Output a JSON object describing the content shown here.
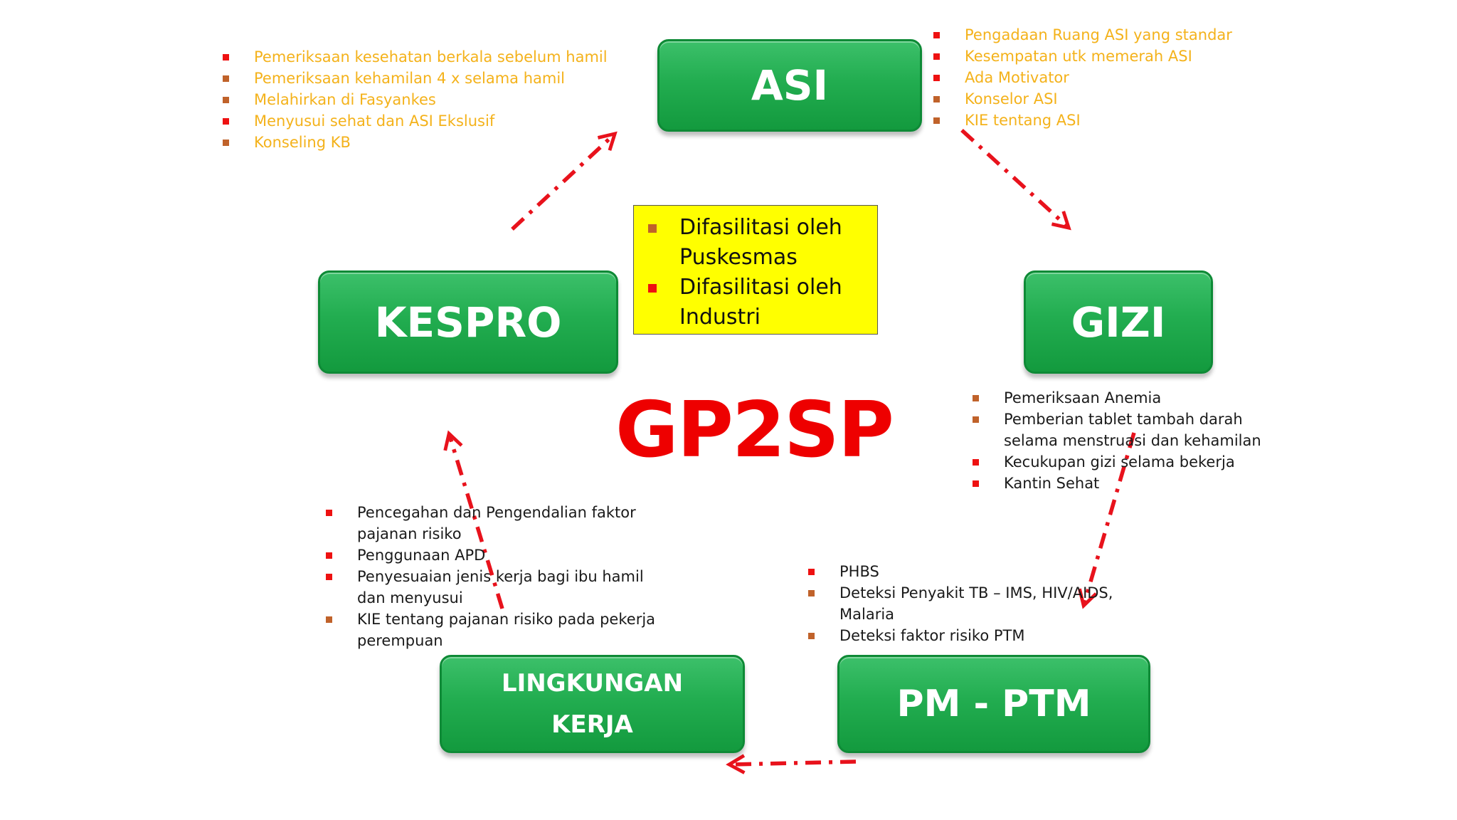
{
  "title": "GP2SP",
  "colors": {
    "box_green": "#22ad50",
    "title_red": "#ee0000",
    "arrow_red": "#e8121c",
    "bullet_red": "#ee1111",
    "bullet_brown": "#c0622a",
    "yellow_text": "#f4b21b",
    "center_box": "#ffff00"
  },
  "nodes": {
    "asi": "ASI",
    "kespro": "KESPRO",
    "gizi": "GIZI",
    "pm_ptm": "PM - PTM",
    "lingkungan_line1": "LINGKUNGAN",
    "lingkungan_line2": "KERJA"
  },
  "center": {
    "items": [
      {
        "text": "Difasilitasi oleh Puskesmas",
        "bullet_color": "#c0622a"
      },
      {
        "text": "Difasilitasi oleh Industri",
        "bullet_color": "#ee1111"
      }
    ]
  },
  "lists": {
    "kespro": [
      {
        "text": "Pemeriksaan kesehatan berkala sebelum hamil",
        "bullet_color": "#ee1111"
      },
      {
        "text": "Pemeriksaan kehamilan 4 x selama hamil",
        "bullet_color": "#c0622a"
      },
      {
        "text": "Melahirkan di Fasyankes",
        "bullet_color": "#c0622a"
      },
      {
        "text": "Menyusui sehat dan ASI Ekslusif",
        "bullet_color": "#ee1111"
      },
      {
        "text": "Konseling KB",
        "bullet_color": "#c0622a"
      }
    ],
    "asi": [
      {
        "text": "Pengadaan Ruang ASI yang standar",
        "bullet_color": "#ee1111"
      },
      {
        "text": "Kesempatan utk memerah ASI",
        "bullet_color": "#ee1111"
      },
      {
        "text": "Ada Motivator",
        "bullet_color": "#ee1111"
      },
      {
        "text": "Konselor ASI",
        "bullet_color": "#c0622a"
      },
      {
        "text": "KIE tentang ASI",
        "bullet_color": "#c0622a"
      }
    ],
    "gizi": [
      {
        "text": "Pemeriksaan Anemia",
        "bullet_color": "#c0622a"
      },
      {
        "text": "Pemberian tablet tambah darah selama menstruasi dan  kehamilan",
        "bullet_color": "#c0622a"
      },
      {
        "text": "Kecukupan gizi selama bekerja",
        "bullet_color": "#ee1111"
      },
      {
        "text": "Kantin Sehat",
        "bullet_color": "#ee1111"
      }
    ],
    "pm_ptm": [
      {
        "text": "PHBS",
        "bullet_color": "#ee1111"
      },
      {
        "text": "Deteksi Penyakit TB – IMS, HIV/AIDS, Malaria",
        "bullet_color": "#c0622a"
      },
      {
        "text": "Deteksi faktor risiko PTM",
        "bullet_color": "#c0622a"
      }
    ],
    "lingkungan": [
      {
        "text": "Pencegahan dan Pengendalian faktor pajanan risiko",
        "bullet_color": "#ee1111"
      },
      {
        "text": "Penggunaan APD",
        "bullet_color": "#ee1111"
      },
      {
        "text": "Penyesuaian jenis kerja bagi ibu hamil dan menyusui",
        "bullet_color": "#ee1111"
      },
      {
        "text": "KIE tentang pajanan risiko pada pekerja perempuan",
        "bullet_color": "#c0622a"
      }
    ]
  }
}
